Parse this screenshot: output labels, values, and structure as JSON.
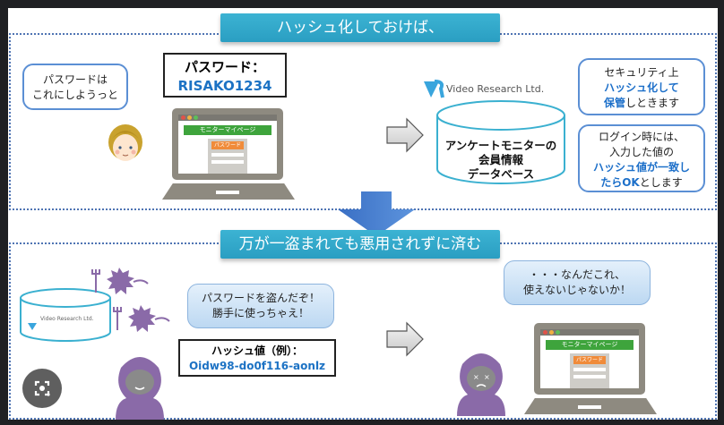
{
  "top_section": {
    "banner": "ハッシュ化しておけば、",
    "user_bubble": [
      "パスワードは",
      "これにしようっと"
    ],
    "password_box": {
      "label": "パスワード：",
      "value": "RISAKO1234"
    },
    "laptop": {
      "header": "モニターマイページ",
      "field_label": "パスワード"
    },
    "logo_text": "Video Research Ltd.",
    "database": [
      "アンケートモニターの",
      "会員情報",
      "データベース"
    ],
    "note1": {
      "line1": "セキュリティ上",
      "line2": "ハッシュ化して",
      "line3_hl": "保管",
      "line3_rest": "しときます"
    },
    "note2": {
      "line1": "ログイン時には、",
      "line2": "入力した値の",
      "line3": "ハッシュ値が一致し",
      "line4_hl": "たらOK",
      "line4_rest": "とします"
    }
  },
  "bottom_section": {
    "banner": "万が一盗まれても悪用されずに済む",
    "db_logo_text": "Video Research Ltd.",
    "hacker_bubble": [
      "パスワードを盗んだぞ！",
      "勝手に使っちゃえ！"
    ],
    "hash_box": {
      "label": "ハッシュ値（例）：",
      "value": "Oidw98-do0f116-aonlz"
    },
    "fail_bubble": [
      "・・・なんだこれ、",
      "使えないじゃないか！"
    ],
    "laptop": {
      "header": "モニターマイページ",
      "field_label": "パスワード"
    }
  },
  "colors": {
    "banner": "#2a9ec2",
    "highlight": "#1c6fc9",
    "border": "#4f74b3",
    "villain": "#8a6aa8"
  },
  "overlay": {
    "lens_icon": "google-lens-icon"
  }
}
